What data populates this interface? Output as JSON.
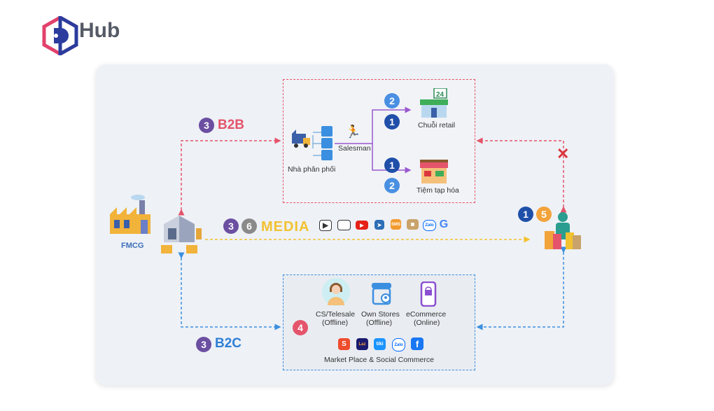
{
  "logo": {
    "text": "Hub",
    "icon": "hexagon-d-logo"
  },
  "channels": {
    "b2b": {
      "number": "3",
      "label": "B2B"
    },
    "b2c": {
      "number": "3",
      "label": "B2C"
    },
    "media": {
      "numbers": [
        "3",
        "6"
      ],
      "label": "MEDIA"
    }
  },
  "nodes": {
    "fmcg": "FMCG",
    "distributor": "Nhà phân phối",
    "salesman": "Salesman",
    "retail_chain": "Chuỗi retail",
    "grocery": "Tiệm tạp hóa",
    "telesale": {
      "line1": "CS/Telesale",
      "line2": "(Offline)"
    },
    "own_stores": {
      "line1": "Own Stores",
      "line2": "(Offline)"
    },
    "ecommerce": {
      "line1": "eCommerce",
      "line2": "(Online)"
    },
    "marketplace": "Market Place & Social Commerce"
  },
  "badges": {
    "retail_top": "2",
    "retail_bottom": "1",
    "grocery_top": "1",
    "grocery_bottom": "2",
    "b2c_box": "4",
    "consumer_1": "1",
    "consumer_2": "5"
  },
  "media_icons": [
    "video-icon",
    "tv-icon",
    "youtube-icon",
    "telegram-icon",
    "sms-icon",
    "news-icon",
    "zalo-icon",
    "google-icon"
  ],
  "marketplace_icons": [
    "shopee-icon",
    "lazada-icon",
    "tiki-icon",
    "zalo-icon",
    "facebook-icon"
  ],
  "colors": {
    "b2b": "#e4546b",
    "b2c": "#3b8fe0",
    "media": "#f2c230",
    "badge_purple": "#6b4fa1",
    "badge_blue": "#1f4fa8",
    "badge_light_blue": "#4a90e2",
    "badge_red": "#e4546b",
    "badge_orange": "#f2a33a"
  },
  "blocked_marker": "x-icon"
}
